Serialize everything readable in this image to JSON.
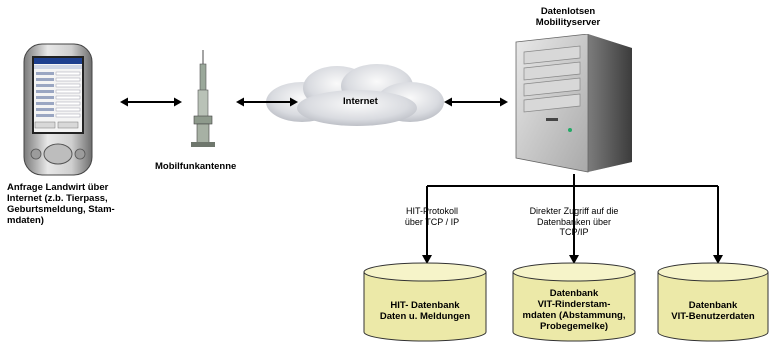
{
  "pda_caption": [
    "Anfrage Landwirt über",
    "Internet (z.b. Tierpass,",
    "Geburtsmeldung, Stam-",
    "mdaten)"
  ],
  "antenna_caption": "Mobilfunkantenne",
  "cloud_caption": "Internet",
  "server_caption": [
    "Datenlotsen",
    "Mobilityserver"
  ],
  "conn_left_label": [
    "HIT-Protokoll",
    "über TCP / IP"
  ],
  "conn_mid_label": [
    "Direkter Zugriff auf die",
    "Datenbanken über",
    "TCP/IP"
  ],
  "databases": [
    {
      "lines": [
        "HIT- Datenbank",
        "Daten u. Meldungen"
      ]
    },
    {
      "lines": [
        "Datenbank",
        "VIT-Rinderstam-",
        "mdaten (Abstammung,",
        "Probegemelke)"
      ]
    },
    {
      "lines": [
        "Datenbank",
        "VIT-Benutzerdaten"
      ]
    }
  ],
  "colors": {
    "db_fill": "#ece9a8",
    "db_top": "#f6f4c9",
    "line": "#000000"
  }
}
